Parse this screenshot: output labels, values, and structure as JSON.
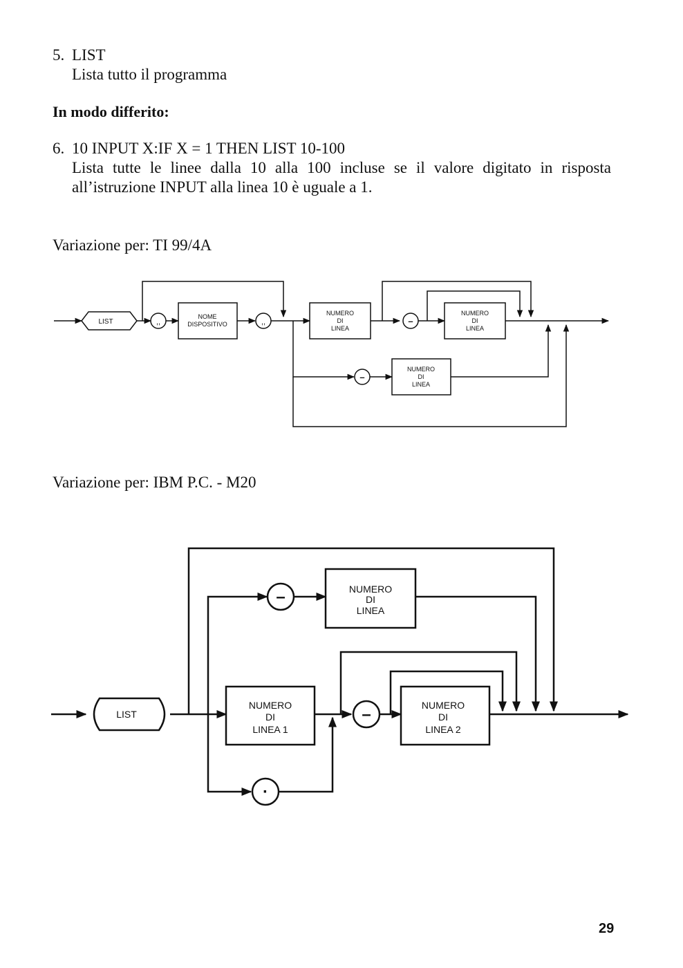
{
  "item5": {
    "number": "5.",
    "command": "LIST",
    "description": "Lista tutto il programma"
  },
  "section_heading": "In modo differito:",
  "item6": {
    "number": "6.",
    "command": "10 INPUT X:IF X = 1 THEN LIST 10-100",
    "description_line1": "Lista tutte le linee dalla 10 alla 100 incluse se il valore digitato in risposta",
    "description_line2": "all’istruzione INPUT alla linea 10 è uguale a 1."
  },
  "variation_ti": {
    "caption": "Variazione per: TI 99/4A",
    "diagram": {
      "start": "LIST",
      "comma1": ",,",
      "device_line1": "NOME",
      "device_line2": "DISPOSITIVO",
      "comma2": ",,",
      "box_line1": "NUMERO",
      "box_line2": "DI",
      "box_line3": "LINEA",
      "dash": "–"
    }
  },
  "variation_ibm": {
    "caption": "Variazione per: IBM P.C. - M20",
    "diagram": {
      "start": "LIST",
      "dash": "–",
      "dot": "·",
      "box_top_line1": "NUMERO",
      "box_top_line2": "DI",
      "box_top_line3": "LINEA",
      "box1_line1": "NUMERO",
      "box1_line2": "DI",
      "box1_line3": "LINEA 1",
      "box2_line1": "NUMERO",
      "box2_line2": "DI",
      "box2_line3": "LINEA 2"
    }
  },
  "page_number": "29"
}
